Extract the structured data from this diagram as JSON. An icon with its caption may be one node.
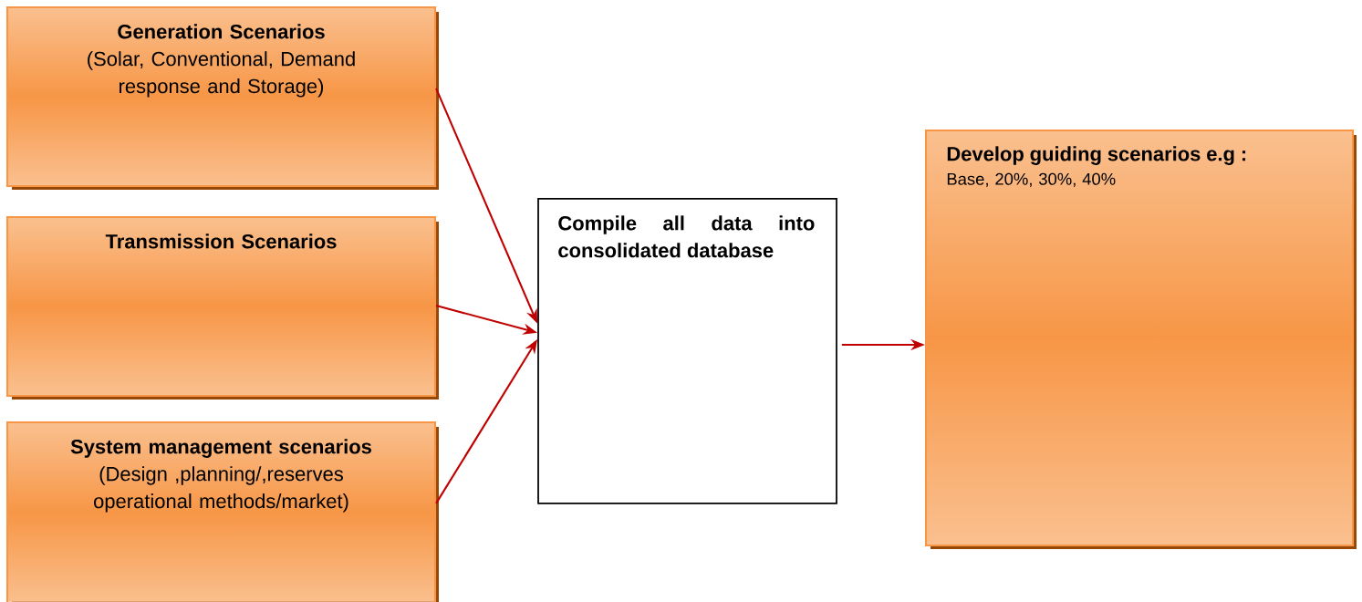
{
  "diagram": {
    "nodes": [
      {
        "text": [
          "Generation Scenarios",
          "(Solar, Conventional, Demand response and Storage)"
        ]
      },
      {
        "text": [
          "Transmission Scenarios"
        ]
      },
      {
        "text": [
          "System management scenarios",
          "(Design  ,planning/,reserves operational methods/market)"
        ]
      },
      {
        "text": [
          "Compile all data into consolidated database"
        ]
      },
      {
        "text": [
          "Develop guiding scenarios e.g :",
          "Base, 20%, 30%, 40%"
        ]
      }
    ],
    "edges": [
      {
        "from": 0,
        "to": 3,
        "arrow": "to"
      },
      {
        "from": 1,
        "to": 3,
        "arrow": "to"
      },
      {
        "from": 2,
        "to": 3,
        "arrow": "to"
      },
      {
        "from": 3,
        "to": 4,
        "arrow": "to"
      }
    ]
  }
}
